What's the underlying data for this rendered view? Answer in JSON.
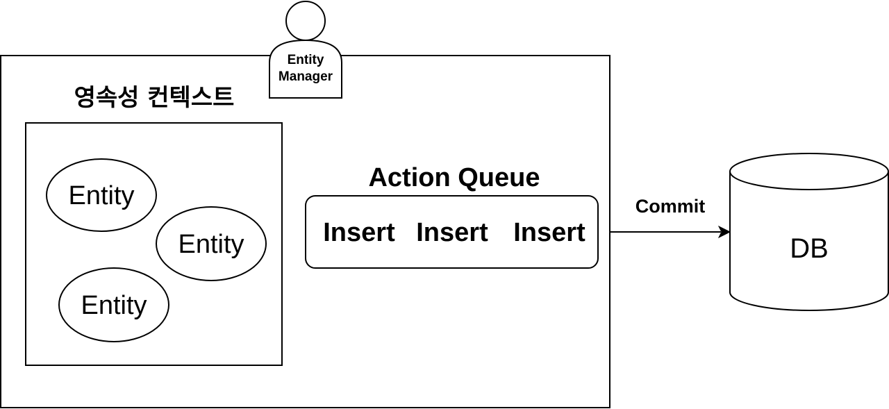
{
  "persistence_context": {
    "title": "영속성 컨텍스트",
    "entities": [
      "Entity",
      "Entity",
      "Entity"
    ]
  },
  "entity_manager": {
    "label_line1": "Entity",
    "label_line2": "Manager"
  },
  "action_queue": {
    "title": "Action Queue",
    "items": [
      "Insert",
      "Insert",
      "Insert"
    ]
  },
  "commit_arrow": {
    "label": "Commit"
  },
  "database": {
    "label": "DB"
  }
}
